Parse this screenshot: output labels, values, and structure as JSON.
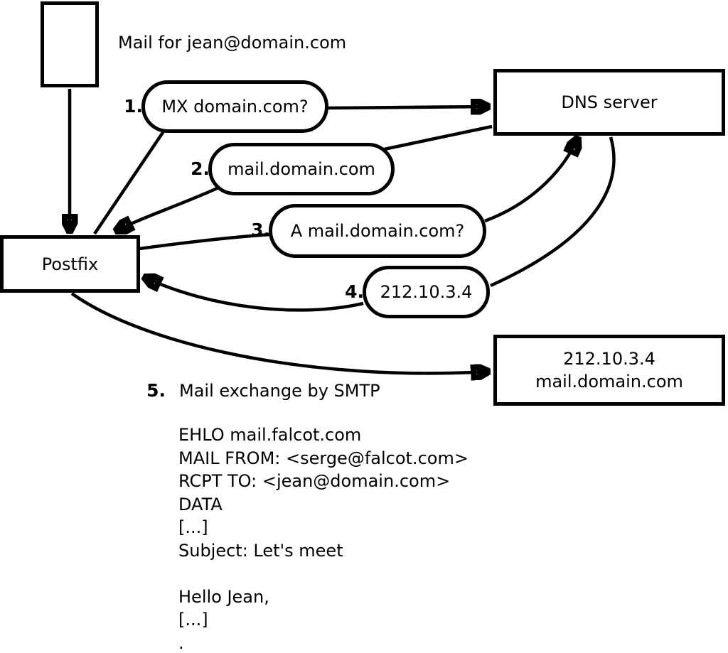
{
  "title": "Mail for jean@domain.com",
  "nodes": {
    "postfix": {
      "label": "Postfix"
    },
    "dns": {
      "label": "DNS server"
    },
    "mailserver": {
      "line1": "212.10.3.4",
      "line2": "mail.domain.com"
    }
  },
  "steps": [
    {
      "num": "1.",
      "text": "MX domain.com?"
    },
    {
      "num": "2.",
      "text": "mail.domain.com"
    },
    {
      "num": "3.",
      "text": "A mail.domain.com?"
    },
    {
      "num": "4.",
      "text": "212.10.3.4"
    },
    {
      "num": "5.",
      "text": "Mail exchange by SMTP"
    }
  ],
  "smtp_session": "EHLO mail.falcot.com\nMAIL FROM: <serge@falcot.com>\nRCPT TO: <jean@domain.com>\nDATA\n[...]\nSubject: Let's meet\n\nHello Jean,\n[...]\n.",
  "colors": {
    "line": "#000000",
    "background": "#ffffff"
  }
}
